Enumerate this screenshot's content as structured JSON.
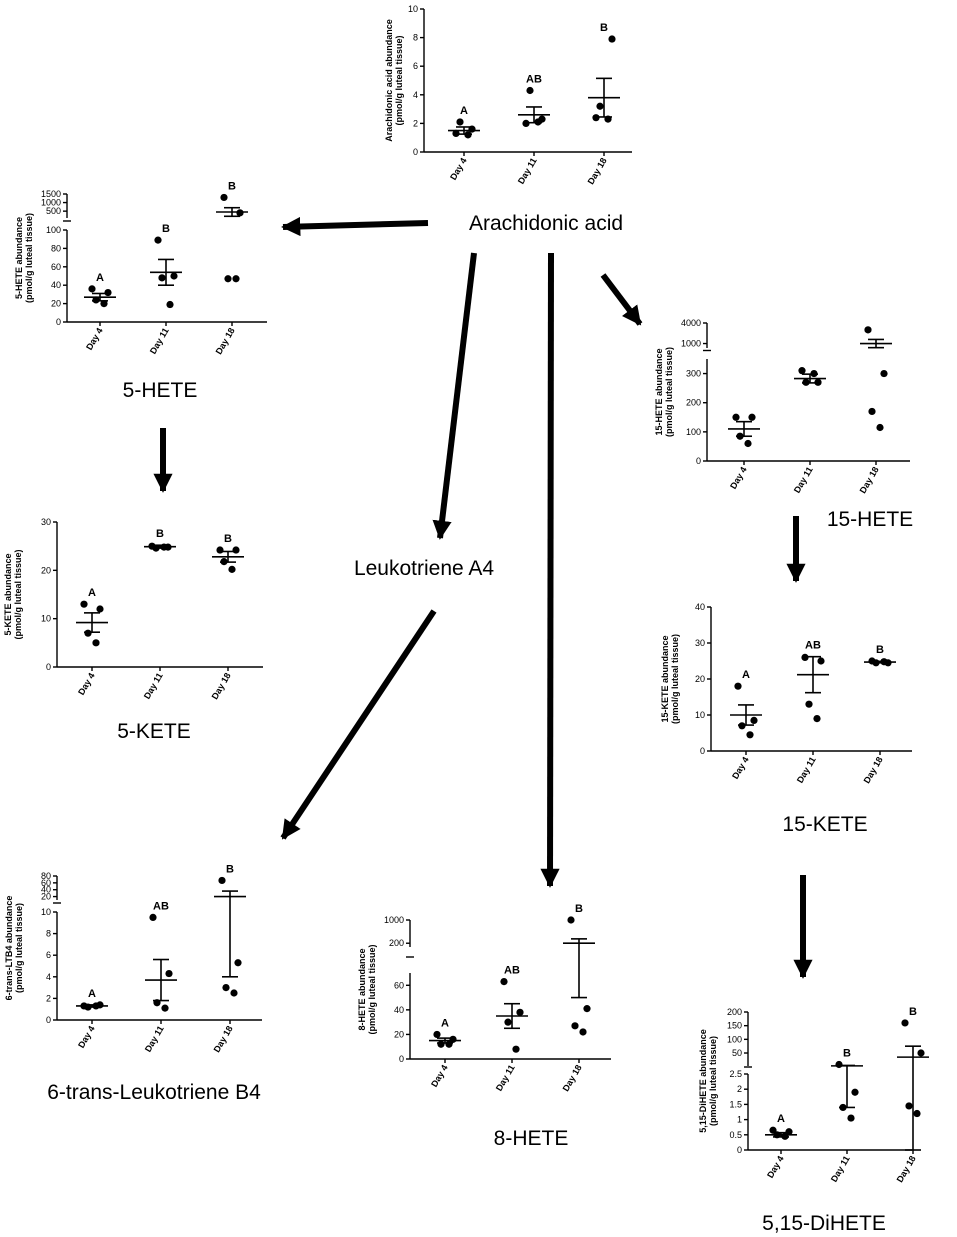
{
  "nodes": [
    {
      "id": "aa",
      "label": "Arachidonic acid"
    },
    {
      "id": "hete5",
      "label": "5-HETE"
    },
    {
      "id": "kete5",
      "label": "5-KETE"
    },
    {
      "id": "lta4",
      "label": "Leukotriene A4"
    },
    {
      "id": "ltb4",
      "label": "6-trans-Leukotriene B4"
    },
    {
      "id": "hete8",
      "label": "8-HETE"
    },
    {
      "id": "hete15",
      "label": "15-HETE"
    },
    {
      "id": "kete15",
      "label": "15-KETE"
    },
    {
      "id": "dihete",
      "label": "5,15-DiHETE"
    }
  ],
  "edges": [
    {
      "from": "Arachidonic acid",
      "to": "5-HETE"
    },
    {
      "from": "Arachidonic acid",
      "to": "Leukotriene A4"
    },
    {
      "from": "Arachidonic acid",
      "to": "8-HETE"
    },
    {
      "from": "Arachidonic acid",
      "to": "15-HETE"
    },
    {
      "from": "5-HETE",
      "to": "5-KETE"
    },
    {
      "from": "Leukotriene A4",
      "to": "6-trans-Leukotriene B4"
    },
    {
      "from": "15-HETE",
      "to": "15-KETE"
    },
    {
      "from": "15-KETE",
      "to": "5,15-DiHETE"
    }
  ],
  "chart_data": [
    {
      "id": "aa",
      "type": "scatter",
      "ylabel": [
        "Arachidonic acid abundance",
        "(pmol/g luteal tissue)"
      ],
      "categories": [
        "Day 4",
        "Day 11",
        "Day 18"
      ],
      "ylim": [
        0,
        10
      ],
      "yticks": [
        0,
        2,
        4,
        6,
        8,
        10
      ],
      "points": [
        [
          1.3,
          1.6,
          2.1,
          1.2
        ],
        [
          2.0,
          2.3,
          4.3,
          2.1
        ],
        [
          2.4,
          7.9,
          3.2,
          2.3
        ]
      ],
      "mean": [
        1.5,
        2.6,
        3.8
      ],
      "sem": [
        0.25,
        0.55,
        1.35
      ],
      "groups": [
        "A",
        "AB",
        "B"
      ]
    },
    {
      "id": "hete5",
      "type": "scatter",
      "ylabel": [
        "5-HETE abundance",
        "(pmol/g luteal tissue)"
      ],
      "categories": [
        "Day 4",
        "Day 11",
        "Day 18"
      ],
      "segments": [
        [
          0,
          100
        ],
        [
          100,
          1500
        ]
      ],
      "yticks": [
        0,
        20,
        40,
        60,
        80,
        100,
        500,
        1000,
        1500
      ],
      "points": [
        [
          36,
          32,
          24,
          20
        ],
        [
          89,
          50,
          48,
          19
        ],
        [
          1300,
          400,
          47,
          47
        ]
      ],
      "mean": [
        27,
        54,
        450
      ],
      "sem": [
        4,
        14,
        250
      ],
      "groups": [
        "A",
        "B",
        "B"
      ]
    },
    {
      "id": "kete5",
      "type": "scatter",
      "ylabel": [
        "5-KETE abundance",
        "(pmol/g luteal tissue)"
      ],
      "categories": [
        "Day 4",
        "Day 11",
        "Day 18"
      ],
      "ylim": [
        0,
        30
      ],
      "yticks": [
        0,
        10,
        20,
        30
      ],
      "points": [
        [
          13,
          12,
          7,
          5
        ],
        [
          25,
          24.8,
          24.6,
          24.8
        ],
        [
          24.2,
          24.2,
          21.8,
          20.2
        ]
      ],
      "mean": [
        9.2,
        24.9,
        22.8
      ],
      "sem": [
        2.0,
        0.3,
        1.1
      ],
      "groups": [
        "A",
        "B",
        "B"
      ]
    },
    {
      "id": "hete15",
      "type": "scatter",
      "ylabel": [
        "15-HETE abundance",
        "(pmol/g luteal tissue)"
      ],
      "categories": [
        "Day 4",
        "Day 11",
        "Day 18"
      ],
      "segments": [
        [
          0,
          350
        ],
        [
          350,
          4000
        ]
      ],
      "yticks": [
        0,
        100,
        200,
        300,
        1000,
        4000
      ],
      "points": [
        [
          150,
          150,
          85,
          60
        ],
        [
          310,
          270,
          270,
          300
        ],
        [
          3000,
          300,
          170,
          115
        ]
      ],
      "mean": [
        110,
        283,
        1000
      ],
      "sem": [
        25,
        15,
        600
      ],
      "groups": []
    },
    {
      "id": "kete15",
      "type": "scatter",
      "ylabel": [
        "15-KETE abundance",
        "(pmol/g luteal tissue)"
      ],
      "categories": [
        "Day 4",
        "Day 11",
        "Day 18"
      ],
      "ylim": [
        0,
        40
      ],
      "yticks": [
        0,
        10,
        20,
        30,
        40
      ],
      "points": [
        [
          18,
          8.5,
          7,
          4.5
        ],
        [
          26,
          25,
          13,
          9
        ],
        [
          25,
          24.5,
          24.5,
          24.8
        ]
      ],
      "mean": [
        10,
        21.2,
        24.7
      ],
      "sem": [
        2.8,
        5,
        0.2
      ],
      "groups": [
        "A",
        "AB",
        "B"
      ]
    },
    {
      "id": "ltb4",
      "type": "scatter",
      "ylabel": [
        "6-trans-LTB4 abundance",
        "(pmol/g luteal tissue)"
      ],
      "categories": [
        "Day 4",
        "Day 11",
        "Day 18"
      ],
      "segments": [
        [
          0,
          10
        ],
        [
          10,
          80
        ]
      ],
      "yticks": [
        0,
        2,
        4,
        6,
        8,
        10,
        20,
        40,
        60,
        80
      ],
      "points": [
        [
          1.3,
          1.4,
          1.2,
          1.3
        ],
        [
          9.5,
          4.3,
          1.6,
          1.1
        ],
        [
          67,
          5.3,
          3.0,
          2.5
        ]
      ],
      "mean": [
        1.3,
        3.7,
        20
      ],
      "sem": [
        0.1,
        1.9,
        16
      ],
      "groups": [
        "A",
        "AB",
        "B"
      ]
    },
    {
      "id": "hete8",
      "type": "scatter",
      "ylabel": [
        "8-HETE abundance",
        "(pmol/g luteal tissue)"
      ],
      "categories": [
        "Day 4",
        "Day 11",
        "Day 18"
      ],
      "segments": [
        [
          0,
          70
        ],
        [
          70,
          1000
        ]
      ],
      "yticks": [
        0,
        20,
        40,
        60,
        200,
        1000
      ],
      "points": [
        [
          20,
          16,
          12,
          12
        ],
        [
          63,
          38,
          30,
          8
        ],
        [
          1000,
          41,
          27,
          22
        ]
      ],
      "mean": [
        15,
        35,
        200
      ],
      "sem": [
        2,
        10,
        150
      ],
      "groups": [
        "A",
        "AB",
        "B"
      ]
    },
    {
      "id": "dihete",
      "type": "scatter",
      "ylabel": [
        "5,15-DiHETE abundance",
        "(pmol/g luteal tissue)"
      ],
      "categories": [
        "Day 4",
        "Day 11",
        "Day 18"
      ],
      "segments": [
        [
          0,
          2.5
        ],
        [
          2.5,
          200
        ]
      ],
      "yticks": [
        0.0,
        0.5,
        1.0,
        1.5,
        2.0,
        2.5,
        50,
        100,
        150,
        200
      ],
      "points": [
        [
          0.65,
          0.6,
          0.5,
          0.45
        ],
        [
          8,
          1.9,
          1.4,
          1.05
        ],
        [
          160,
          50,
          1.45,
          1.2
        ]
      ],
      "mean": [
        0.5,
        3,
        35
      ],
      "sem": [
        0.07,
        1.6,
        40
      ],
      "groups": [
        "A",
        "B",
        "B"
      ]
    }
  ]
}
